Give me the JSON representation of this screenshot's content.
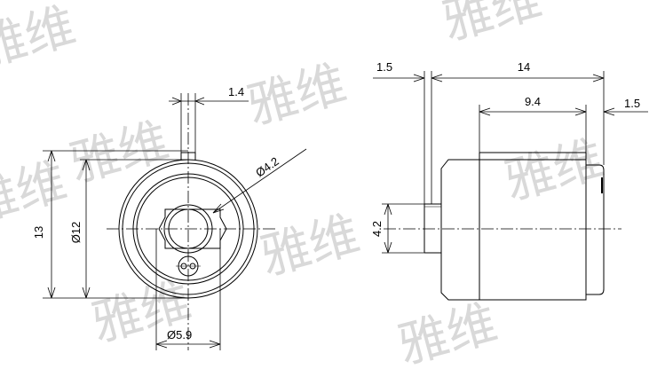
{
  "watermark": {
    "text": "雅维"
  },
  "front_view": {
    "dim_13": "13",
    "dim_dia12": "Ø12",
    "dim_1_4": "1.4",
    "dim_dia4_2": "Ø4.2",
    "dim_dia5_9": "Ø5.9"
  },
  "side_view": {
    "dim_14": "14",
    "dim_1_5_left": "1.5",
    "dim_9_4": "9.4",
    "dim_1_5_right": "1.5",
    "dim_4_2": "4.2"
  }
}
